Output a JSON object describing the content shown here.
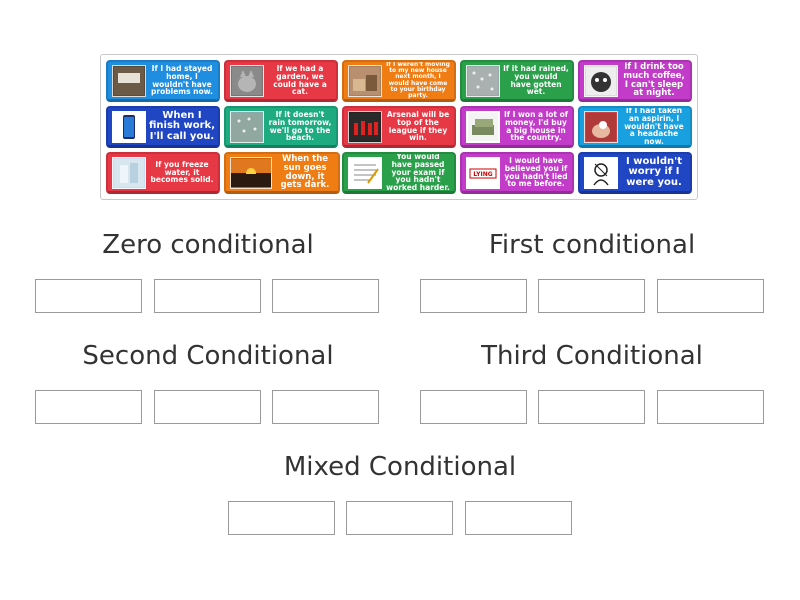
{
  "cards": [
    {
      "text": "If I had stayed home, I wouldn't have problems now.",
      "color": "#1f8ee0",
      "thumb": "person-photo"
    },
    {
      "text": "If we had a garden, we could have a cat.",
      "color": "#e63845",
      "thumb": "cat-photo"
    },
    {
      "text": "If I weren't moving to my new house next month, I would have come to your birthday party.",
      "color": "#f07d14",
      "thumb": "moving-photo"
    },
    {
      "text": "If it had rained, you would have gotten wet.",
      "color": "#2aa04a",
      "thumb": "rain-photo"
    },
    {
      "text": "If I drink too much coffee, I can't sleep at night.",
      "color": "#c23cc9",
      "thumb": "coffee-photo"
    },
    {
      "text": "When I finish work, I'll call you.",
      "color": "#2046c4",
      "thumb": "phone-photo"
    },
    {
      "text": "If it doesn't rain tomorrow, we'll go to the beach.",
      "color": "#1eab80",
      "thumb": "rain-photo"
    },
    {
      "text": "Arsenal will be top of the league if they win.",
      "color": "#e63845",
      "thumb": "football-photo"
    },
    {
      "text": "If I won a lot of money, I'd buy a big house in the country.",
      "color": "#c23cc9",
      "thumb": "money-photo"
    },
    {
      "text": "If I had taken an aspirin, I wouldn't have a headache now.",
      "color": "#18a0e0",
      "thumb": "pill-photo"
    },
    {
      "text": "If you freeze water, it becomes solid.",
      "color": "#e63845",
      "thumb": "ice-photo"
    },
    {
      "text": "When the sun goes down, it gets dark.",
      "color": "#f07d14",
      "thumb": "sunset-photo"
    },
    {
      "text": "You would have passed your exam if you hadn't worked harder.",
      "color": "#2aa04a",
      "thumb": "exam-photo"
    },
    {
      "text": "I would have believed you if you hadn't lied to me before.",
      "color": "#c23cc9",
      "thumb": "lying-photo"
    },
    {
      "text": "I wouldn't worry if I were you.",
      "color": "#2046c4",
      "thumb": "worry-photo"
    }
  ],
  "lying_sign": "LYING",
  "categories": [
    {
      "title": "Zero conditional"
    },
    {
      "title": "First conditional"
    },
    {
      "title": "Second Conditional"
    },
    {
      "title": "Third Conditional"
    },
    {
      "title": "Mixed Conditional"
    }
  ]
}
